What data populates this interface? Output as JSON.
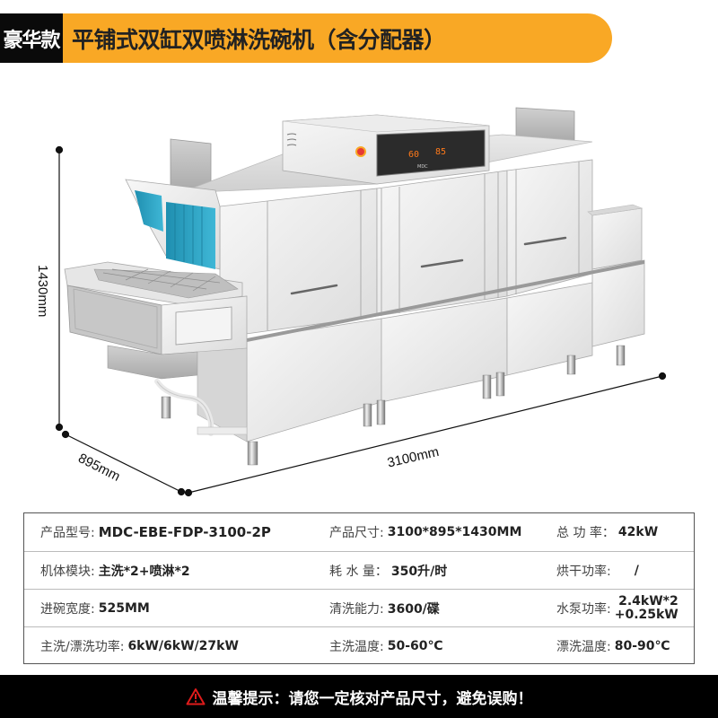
{
  "header": {
    "badge": "豪华款",
    "title": "平铺式双缸双喷淋洗碗机（含分配器）",
    "badge_bg": "#0a0a0a",
    "title_bg": "#f9a825"
  },
  "product_image": {
    "description": "Flat-type double-tank double-spray conveyor dishwasher with distributor, stainless steel",
    "control_panel": {
      "display_left": "60",
      "display_right": "85",
      "brand": "MDC"
    },
    "dimensions": {
      "height": "1430mm",
      "depth": "895mm",
      "length": "3100mm"
    }
  },
  "specs": {
    "rows": [
      [
        {
          "label": "产品型号:",
          "value": "MDC-EBE-FDP-3100-2P"
        },
        {
          "label": "产品尺寸:",
          "value": "3100*895*1430MM"
        },
        {
          "label": "总 功 率：",
          "value": "42kW"
        }
      ],
      [
        {
          "label": "机体模块:",
          "value": "主洗*2+喷淋*2"
        },
        {
          "label": "耗 水 量：",
          "value": "350升/时"
        },
        {
          "label": "烘干功率:",
          "value": "/"
        }
      ],
      [
        {
          "label": "进碗宽度:",
          "value": "525MM"
        },
        {
          "label": "清洗能力:",
          "value": "3600/碟"
        },
        {
          "label": "水泵功率:",
          "value_line1": "2.4kW*2",
          "value_line2": "+0.25kW"
        }
      ],
      [
        {
          "label": "主洗/漂洗功率:",
          "value": "6kW/6kW/27kW"
        },
        {
          "label": "主洗温度:",
          "value": "50-60℃"
        },
        {
          "label": "漂洗温度:",
          "value": "80-90℃"
        }
      ]
    ]
  },
  "banner": {
    "icon": "warning-triangle-icon",
    "text": "温馨提示：请您一定核对产品尺寸，避免误购！",
    "icon_color": "#e01b1b"
  }
}
